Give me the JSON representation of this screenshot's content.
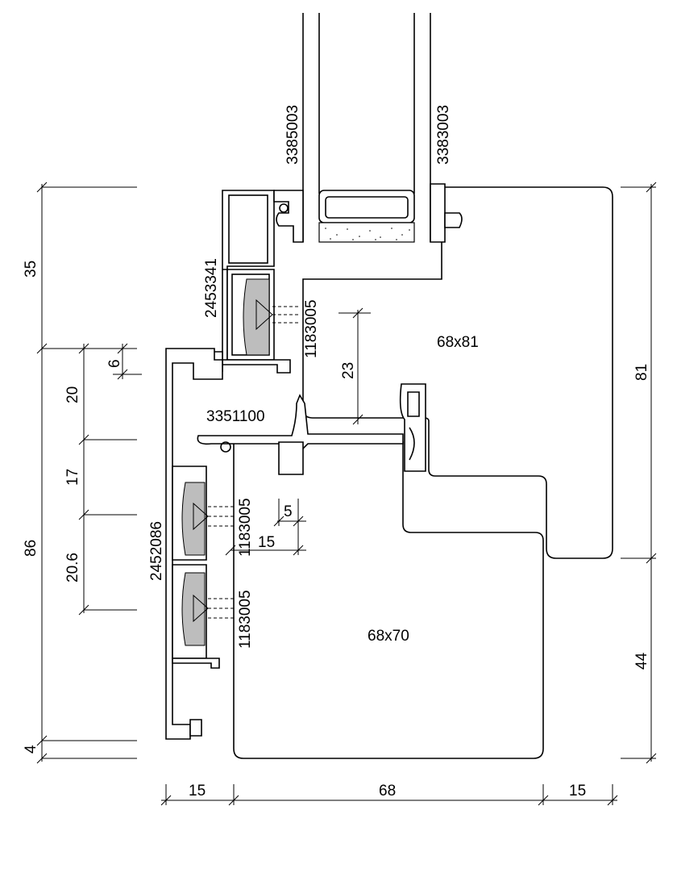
{
  "profiles": {
    "glazing_bead_left": "3385003",
    "glazing_bead_right": "3383003",
    "sash_profile": "2453341",
    "frame_profile": "2452086",
    "gasket": "3351100",
    "screw": "1183005"
  },
  "sections": {
    "sash": "68x81",
    "frame": "68x70"
  },
  "dimensions": {
    "left_top": "35",
    "left_6": "6",
    "left_20": "20",
    "left_17": "17",
    "left_20_6": "20.6",
    "left_86": "86",
    "left_4": "4",
    "inner_23": "23",
    "inner_5": "5",
    "inner_15": "15",
    "right_81": "81",
    "right_44": "44",
    "bottom_15_left": "15",
    "bottom_68": "68",
    "bottom_15_right": "15"
  }
}
